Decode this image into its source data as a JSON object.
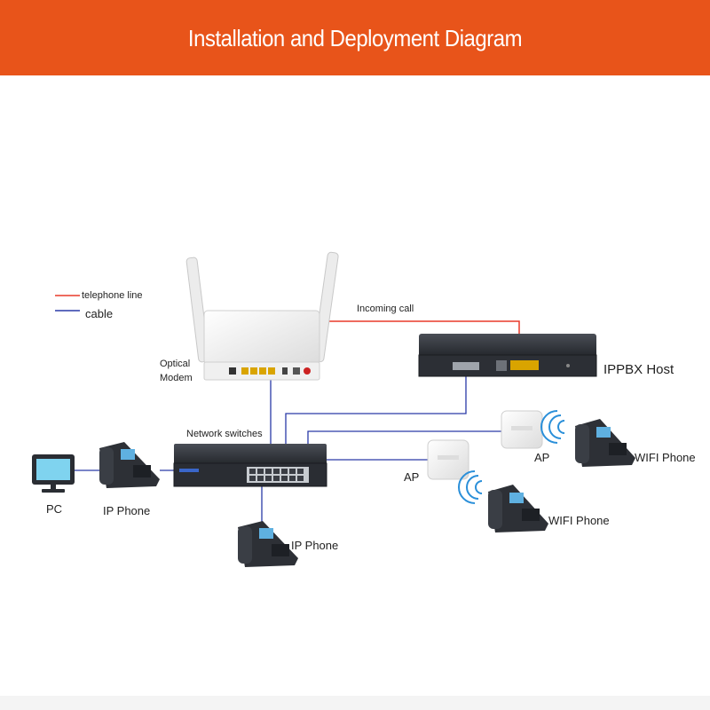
{
  "header": {
    "title": "Installation and Deployment Diagram"
  },
  "legend": {
    "items": [
      {
        "label": "telephone line",
        "color": "#e83a2a"
      },
      {
        "label": "cable",
        "color": "#2a3aa8"
      }
    ]
  },
  "labels": {
    "incoming_call": "Incoming call",
    "optical_modem_line1": "Optical",
    "optical_modem_line2": "Modem",
    "ippbx_host": "IPPBX Host",
    "network_switches": "Network switches",
    "pc": "PC",
    "ip_phone_left": "IP Phone",
    "ip_phone_bottom": "IP Phone",
    "ap_upper": "AP",
    "ap_lower": "AP",
    "wifi_phone_right": "WIFI Phone",
    "wifi_phone_middle": "WIFI Phone"
  },
  "colors": {
    "banner": "#e8541a",
    "telephone_line": "#e83a2a",
    "cable": "#2a3aa8",
    "device_dark": "#2a2d33",
    "device_light": "#f2f2f2"
  }
}
